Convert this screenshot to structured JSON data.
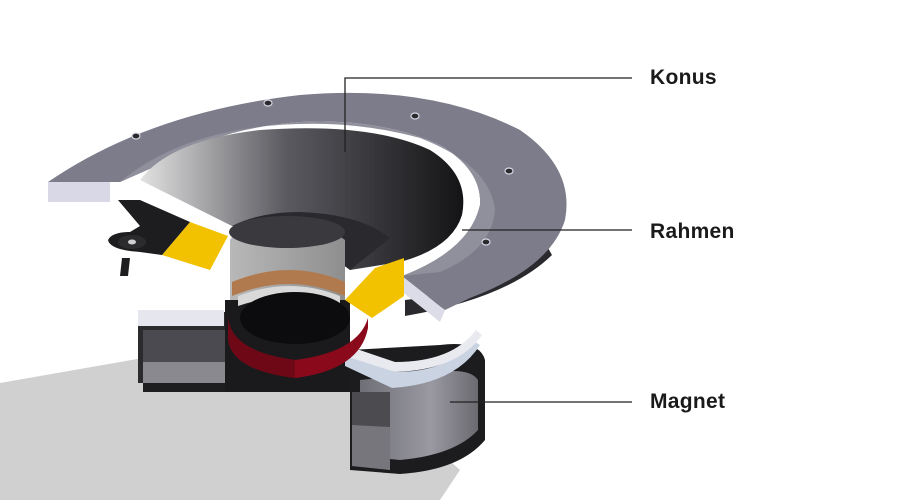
{
  "labels": {
    "konus": "Konus",
    "rahmen": "Rahmen",
    "magnet": "Magnet"
  },
  "colors": {
    "frame_top": "#7d7c8a",
    "frame_edge": "#d9d9e6",
    "cone_dark": "#1d1d21",
    "cone_light": "#d6d6d6",
    "spider_yellow": "#f2c200",
    "voice_coil_red": "#8a0a1c",
    "copper": "#b07a4e",
    "magnet_gray": "#8d8c94",
    "plate_dark": "#3a3a3e",
    "magnet_ring_light": "#c8d2e0",
    "shadow": "#d0d0d0",
    "leader_line": "#222222"
  }
}
